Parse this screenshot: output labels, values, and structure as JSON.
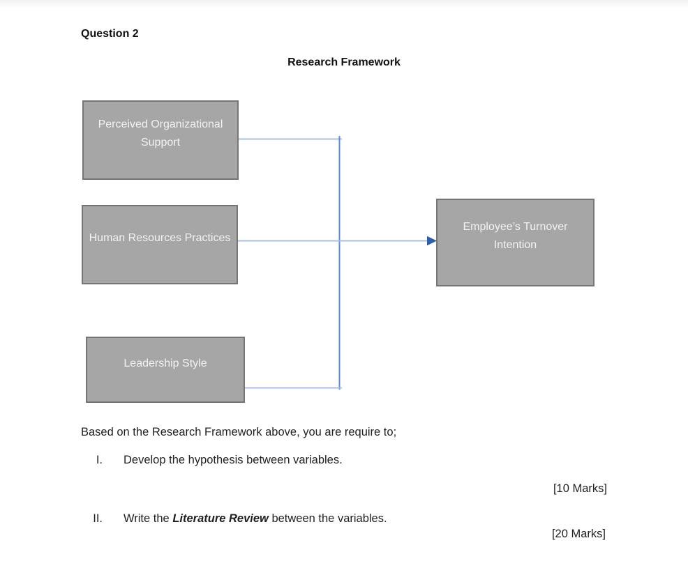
{
  "colors": {
    "box_fill": "#a6a6a6",
    "box_border": "#757575",
    "box_text": "#f2f2f2",
    "connector_horizontal": "#a9bfe6",
    "connector_vertical": "#6189c9",
    "arrowhead": "#2f5da8",
    "body_text": "#1f1f1f"
  },
  "document": {
    "question_label": "Question 2",
    "diagram_title": "Research Framework"
  },
  "diagram": {
    "boxes": [
      {
        "id": "perceived-organizational-support",
        "label": "Perceived Organizational Support"
      },
      {
        "id": "human-resources-practices",
        "label": "Human Resources Practices"
      },
      {
        "id": "leadership-style",
        "label": "Leadership Style"
      },
      {
        "id": "employees-turnover-intention",
        "label": "Employee’s Turnover Intention"
      }
    ],
    "connections": [
      {
        "from": "perceived-organizational-support",
        "to": "employees-turnover-intention",
        "arrow": false
      },
      {
        "from": "human-resources-practices",
        "to": "employees-turnover-intention",
        "arrow": true
      },
      {
        "from": "leadership-style",
        "to": "employees-turnover-intention",
        "arrow": false
      }
    ]
  },
  "tasks": {
    "intro": "Based on the Research Framework above, you are require to;",
    "items": [
      {
        "numeral": "I.",
        "text": "Develop the hypothesis between variables.",
        "marks": "[10 Marks]"
      },
      {
        "numeral": "II.",
        "text_prefix": "Write the ",
        "text_emphasis": "Literature Review",
        "text_suffix": " between the variables.",
        "marks": "[20 Marks]"
      }
    ]
  }
}
